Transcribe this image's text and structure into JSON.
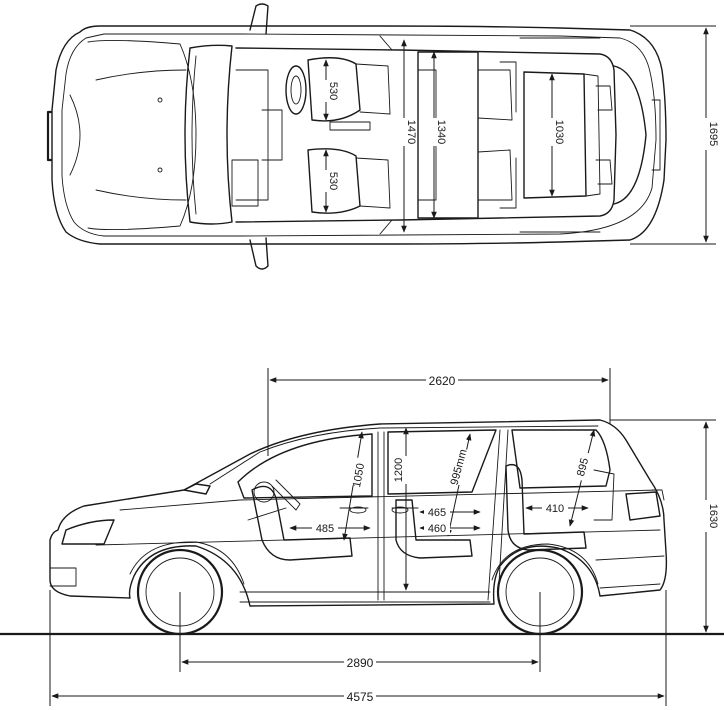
{
  "dimensions": {
    "top_seat_front": "530",
    "top_seat_rear": "530",
    "top_inner_width_front": "1470",
    "top_inner_width_mid": "1340",
    "top_inner_width_rear": "1030",
    "overall_width": "1695",
    "cabin_length": "2620",
    "headroom_front": "1050",
    "headroom_center": "1200",
    "headroom_mid": "995mm",
    "headroom_rear": "895",
    "legroom_front": "485",
    "legroom_mid_upper": "465",
    "legroom_mid_lower": "460",
    "legroom_rear": "410",
    "overall_height": "1630",
    "wheelbase": "2890",
    "overall_length": "4575"
  }
}
